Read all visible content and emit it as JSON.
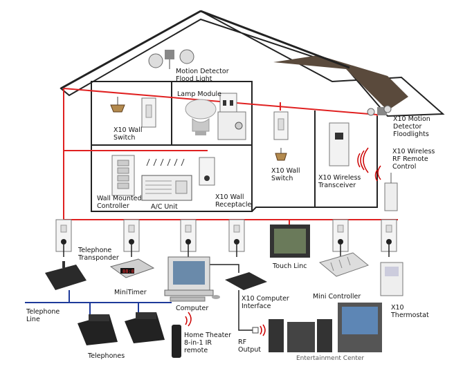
{
  "labels": {
    "motion_flood": "Motion Detector\nFlood Light",
    "lamp_module": "Lamp Module",
    "x10_wall_switch_1": "X10 Wall\nSwitch",
    "x10_wall_switch_2": "X10 Wall\nSwitch",
    "x10_motion_floodlights": "X10 Motion\nDetector\nFloodlights",
    "x10_wireless_rf_remote": "X10 Wireless\nRF Remote\nControl",
    "x10_wireless_transceiver": "X10 Wireless\nTransceiver",
    "wall_mounted_controller": "Wall Mounted\nController",
    "ac_unit": "A/C Unit",
    "x10_wall_receptacle": "X10 Wall\nReceptacle",
    "telephone_transponder": "Telephone\nTransponder",
    "minitimer": "MiniTimer",
    "computer": "Computer",
    "x10_computer_interface": "X10 Computer\nInterface",
    "touch_linc": "Touch Linc",
    "mini_controller": "Mini Controller",
    "x10_thermostat": "X10\nThermostat",
    "telephone_line": "Telephone\nLine",
    "telephones": "Telephones",
    "home_theater_remote": "Home Theater\n8-in-1 IR\nremote",
    "rf_output": "RF\nOutput",
    "entertainment_center": "Entertainment Center"
  },
  "colors": {
    "power_line": "#e02020",
    "phone_line": "#1e3a9a",
    "roof": "#6b5a4a",
    "wall": "#222222"
  }
}
